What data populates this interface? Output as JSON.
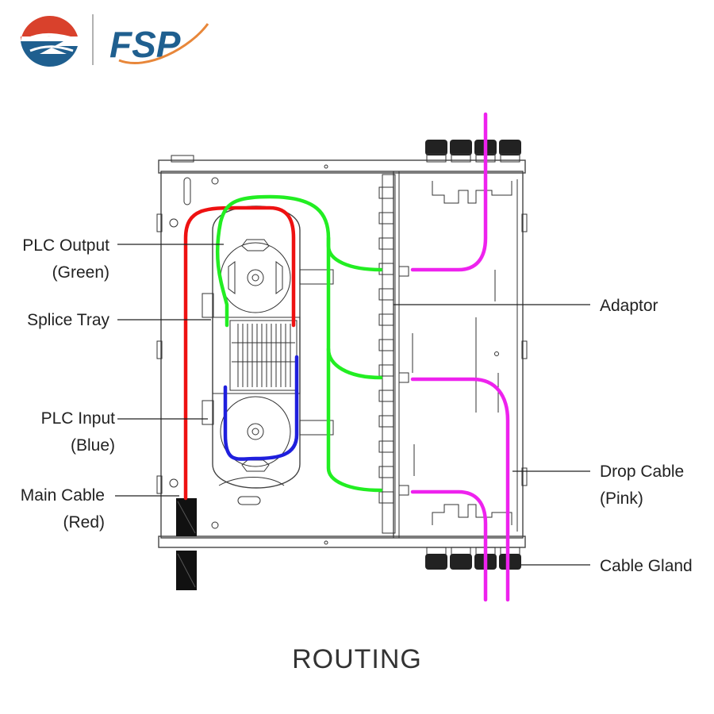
{
  "logo": {
    "text": "FSP",
    "colors": {
      "red": "#d9412c",
      "blue": "#1f5f8f",
      "orange": "#e8873a"
    }
  },
  "diagram": {
    "title": "ROUTING",
    "labels": {
      "plc_output_line1": "PLC Output",
      "plc_output_line2": "(Green)",
      "splice_tray": "Splice Tray",
      "plc_input_line1": "PLC Input",
      "plc_input_line2": "(Blue)",
      "main_cable_line1": "Main Cable",
      "main_cable_line2": "(Red)",
      "adaptor": "Adaptor",
      "drop_cable_line1": "Drop Cable",
      "drop_cable_line2": "(Pink)",
      "cable_gland": "Cable Gland"
    },
    "cable_colors": {
      "main_cable": "#ee1111",
      "plc_input": "#1f1fdd",
      "plc_output": "#22ee22",
      "drop_cable": "#ee22ee",
      "main_cable_sheath": "#111111"
    }
  }
}
